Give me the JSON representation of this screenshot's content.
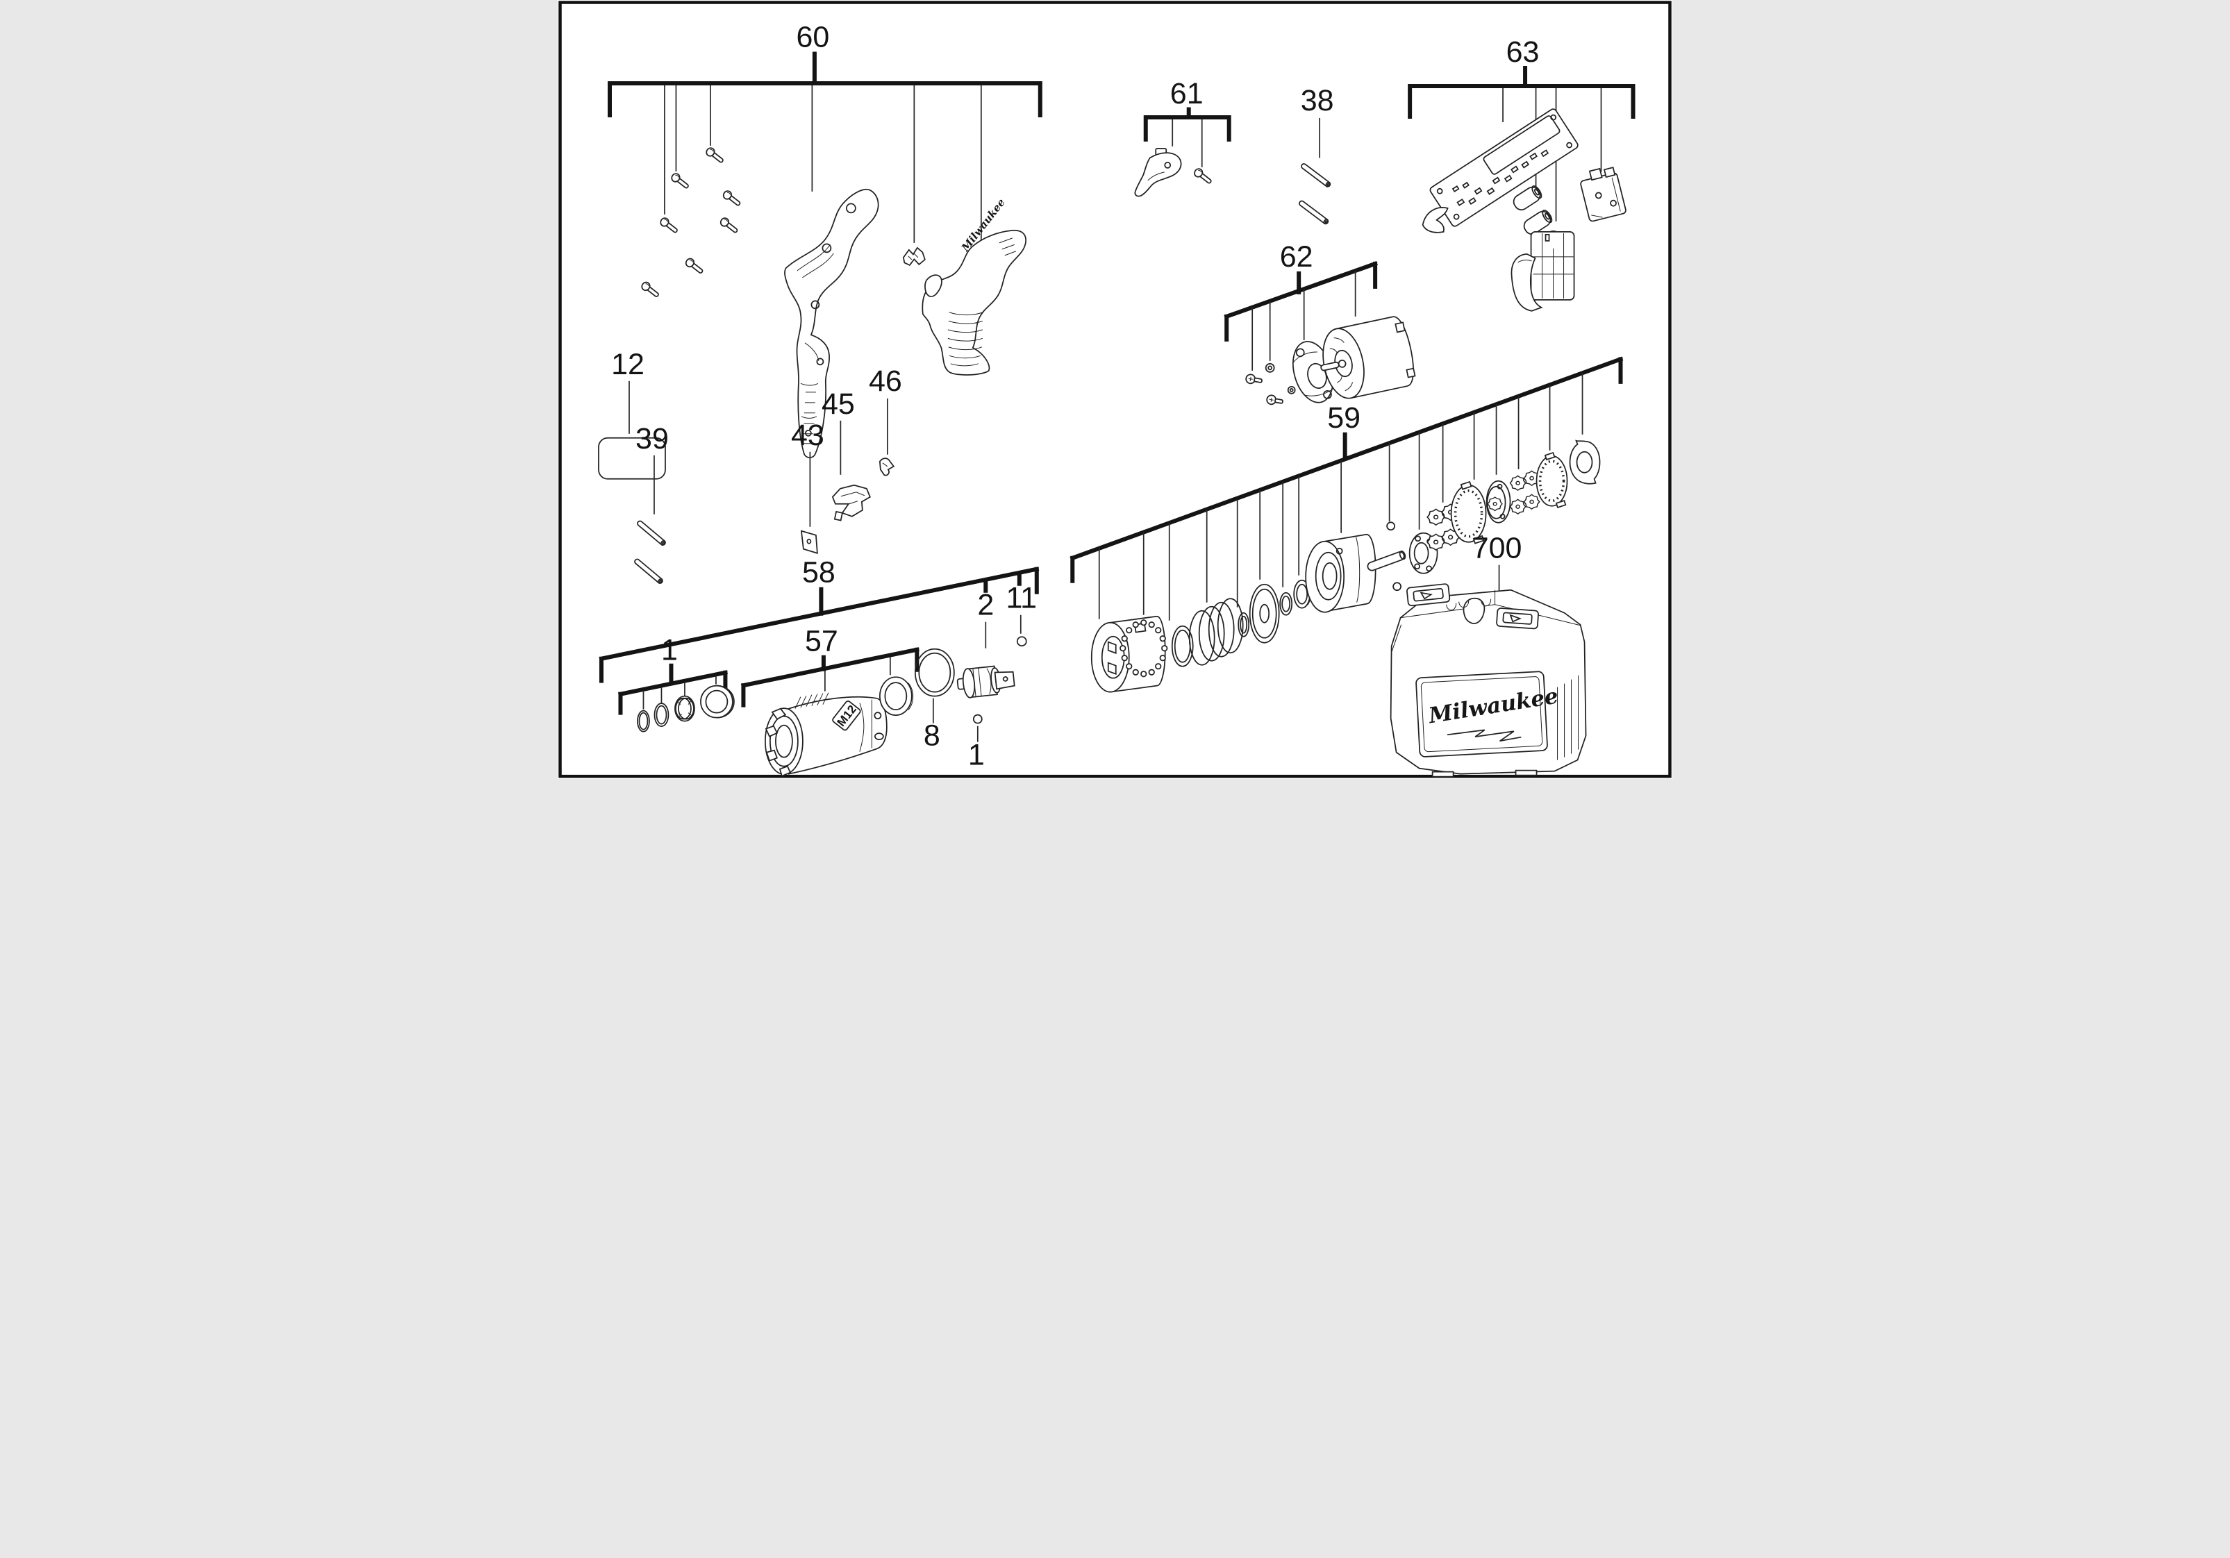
{
  "diagram": {
    "type": "exploded-parts-diagram",
    "subject": "Milwaukee M12 cordless impact tool service parts view",
    "background_color": "#ffffff",
    "line_color": "#141414"
  },
  "labels": {
    "g60": "60",
    "g12": "12",
    "g61": "61",
    "g38": "38",
    "g63": "63",
    "g62": "62",
    "g39": "39",
    "g43": "43",
    "g45": "45",
    "g46": "46",
    "g58": "58",
    "g57": "57",
    "g1_left": "1",
    "g2": "2",
    "g11": "11",
    "g8": "8",
    "g1_right": "1",
    "g59": "59",
    "g700": "700"
  },
  "texts": {
    "housing_logo": "Milwaukee",
    "gearcase_badge": "M12",
    "case_logo": "Milwaukee"
  },
  "groups": [
    {
      "label": "60",
      "description": "housing assembly",
      "parts": [
        "housing screw x7",
        "left housing half",
        "contact clip",
        "right housing half with Milwaukee logo"
      ]
    },
    {
      "label": "12",
      "description": "nameplate label (blank rounded rectangle)"
    },
    {
      "label": "61",
      "description": "trigger set",
      "parts": [
        "trigger lever",
        "screw"
      ]
    },
    {
      "label": "38",
      "description": "pin x2"
    },
    {
      "label": "63",
      "description": "electronics set",
      "parts": [
        "circuit board assembly",
        "light pipe",
        "capacitor x2",
        "switch assembly",
        "terminal block"
      ]
    },
    {
      "label": "62",
      "description": "motor set",
      "parts": [
        "screw x2",
        "washer x2",
        "motor mount plate",
        "DC motor"
      ]
    },
    {
      "label": "39",
      "description": "pin x2"
    },
    {
      "label": "43",
      "description": "wedge plate"
    },
    {
      "label": "45",
      "description": "bit holder clip"
    },
    {
      "label": "46",
      "description": "spring clip"
    },
    {
      "label": "58",
      "description": "front end assembly group"
    },
    {
      "label": "57",
      "description": "gear case set",
      "parts": [
        "M12 gear case housing",
        "bushing ring"
      ]
    },
    {
      "label": "1",
      "description": "ring set",
      "parts": [
        "retaining ring",
        "O-ring",
        "wave spring stack",
        "bushing cap"
      ]
    },
    {
      "label": "2",
      "description": "anvil assembly"
    },
    {
      "label": "11",
      "description": "detent ball"
    },
    {
      "label": "8",
      "description": "O-ring"
    },
    {
      "label": "1b",
      "description": "steel ball"
    },
    {
      "label": "59",
      "description": "impact mechanism and gear train",
      "parts": [
        "hammer cap",
        "ball ring",
        "washer",
        "coil spring",
        "retaining ring",
        "thrust disc",
        "ring",
        "bushing",
        "hammer",
        "ball x2",
        "spindle with flange",
        "planet gear x4",
        "ring gear",
        "gear carrier",
        "planet gear x4",
        "ring gear",
        "notched end plate"
      ]
    },
    {
      "label": "700",
      "description": "carrying case with Milwaukee logo"
    }
  ]
}
